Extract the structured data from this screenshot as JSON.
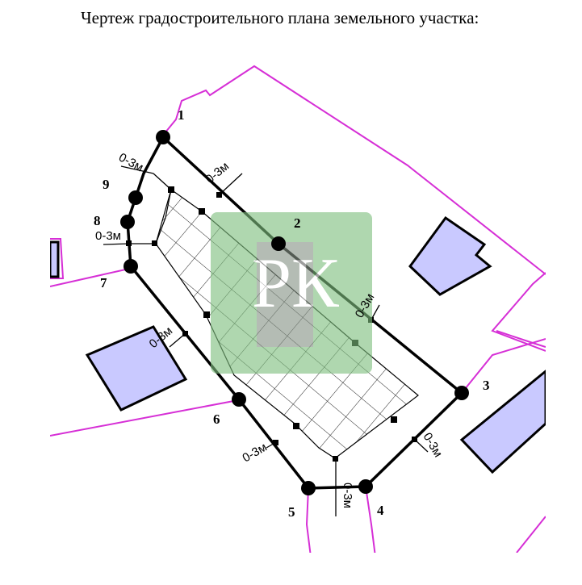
{
  "title": "Чертеж градостроительного плана земельного участка:",
  "boundary_points": {
    "p1": "1",
    "p2": "2",
    "p3": "3",
    "p4": "4",
    "p5": "5",
    "p6": "6",
    "p7": "7",
    "p8": "8",
    "p9": "9"
  },
  "setback_label": "0-3м",
  "watermark": {
    "letters": "РК",
    "color": "#7fbf7f"
  },
  "colors": {
    "parcel_boundary": "#000000",
    "neighbor_boundary": "#d62fd6",
    "building_fill": "#c9c9ff",
    "hatch": "#000000"
  }
}
